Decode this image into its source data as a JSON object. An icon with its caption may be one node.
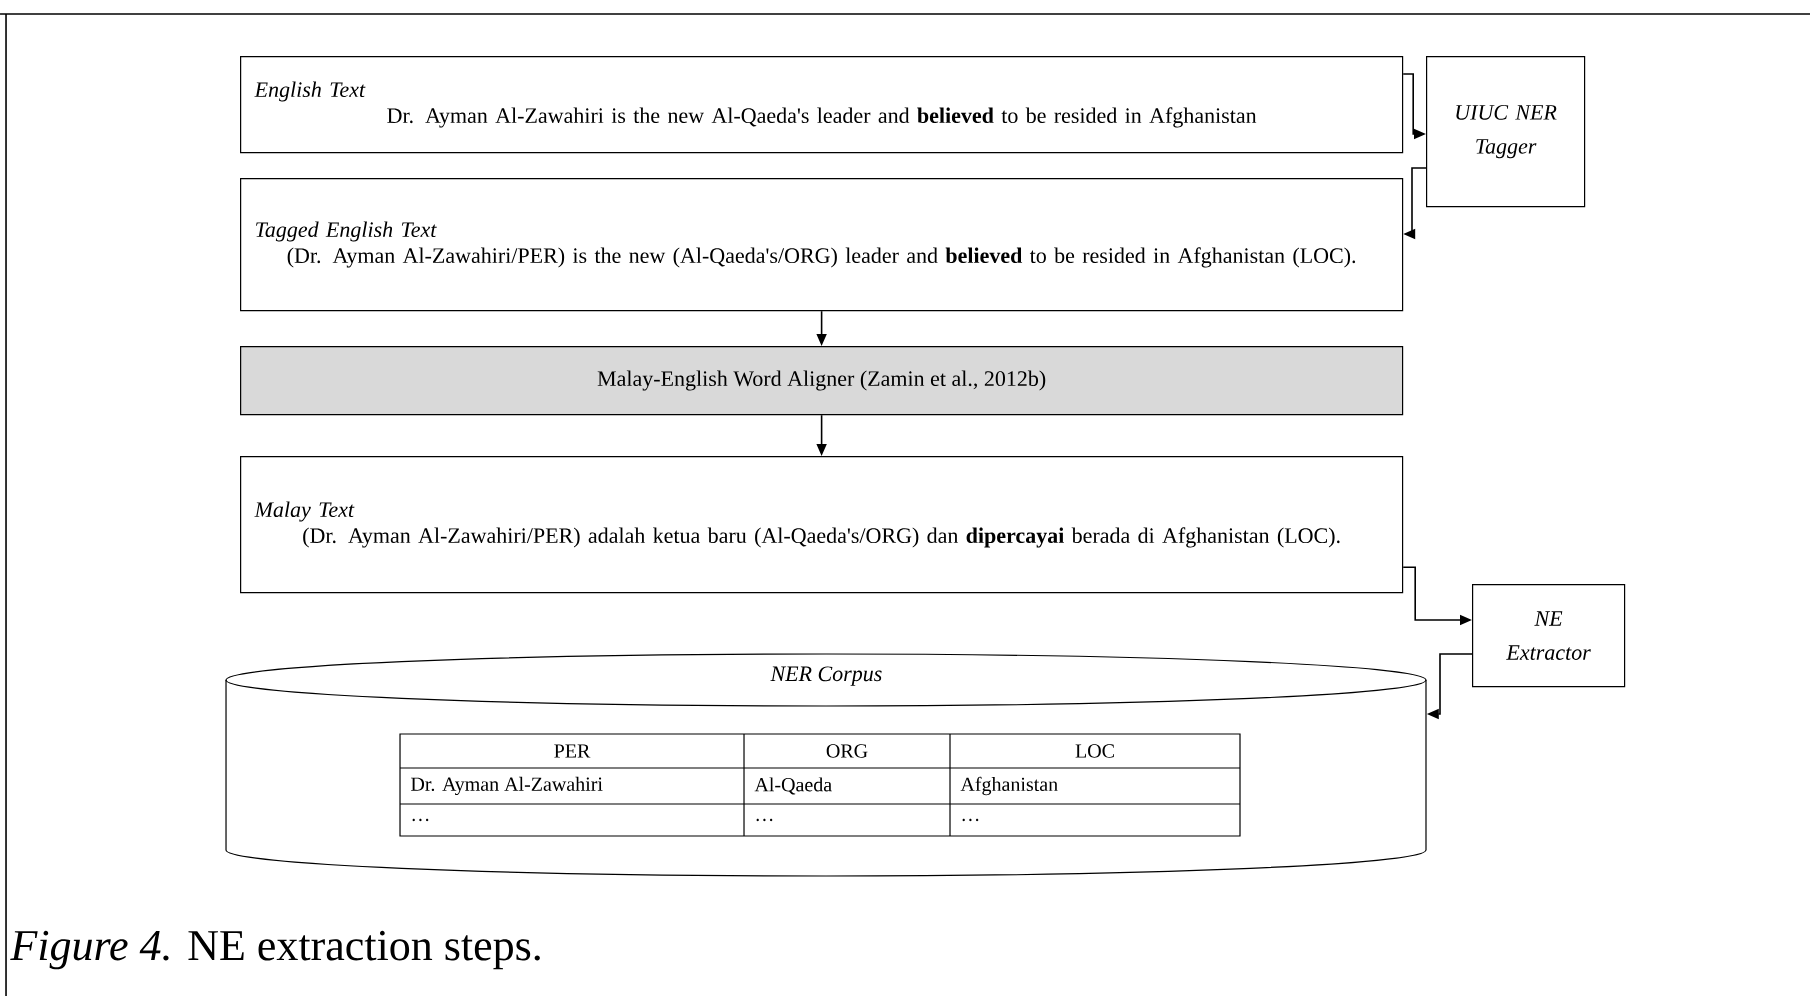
{
  "diagram": {
    "caption": "*Figure 4.* NE extraction steps.",
    "nodes": [
      {
        "text": [
          "English Text",
          "Dr. Ayman Al-Zawahiri is the new Al-Qaeda's leader and **believed** to be resided in Afghanistan"
        ]
      },
      {
        "text": [
          "UIUC NER Tagger"
        ]
      },
      {
        "text": [
          "Tagged English Text",
          "(Dr. Ayman Al-Zawahiri/PER) is the new (Al-Qaeda's/ORG) leader and **believed** to be resided in Afghanistan (LOC)."
        ]
      },
      {
        "text": [
          "Malay-English Word Aligner (Zamin et al., 2012b)"
        ]
      },
      {
        "text": [
          "Malay Text",
          "(Dr. Ayman Al-Zawahiri/PER) adalah ketua baru (Al-Qaeda's/ORG) dan **dipercayai** berada di Afghanistan (LOC)."
        ]
      },
      {
        "text": [
          "NE Extractor"
        ]
      },
      {
        "text": [
          "NER Corpus"
        ]
      }
    ],
    "edges": [
      {
        "from": 0,
        "to": 1,
        "arrow": "to"
      },
      {
        "from": 1,
        "to": 2,
        "arrow": "to"
      },
      {
        "from": 2,
        "to": 3,
        "arrow": "to"
      },
      {
        "from": 3,
        "to": 4,
        "arrow": "to"
      },
      {
        "from": 4,
        "to": 5,
        "arrow": "to"
      },
      {
        "from": 5,
        "to": 6,
        "arrow": "to"
      }
    ],
    "labels": [
      "PER",
      "ORG",
      "LOC",
      "Dr. Ayman Al-Zawahiri",
      "Al-Qaeda",
      "Afghanistan",
      "…",
      "…",
      "…"
    ]
  }
}
